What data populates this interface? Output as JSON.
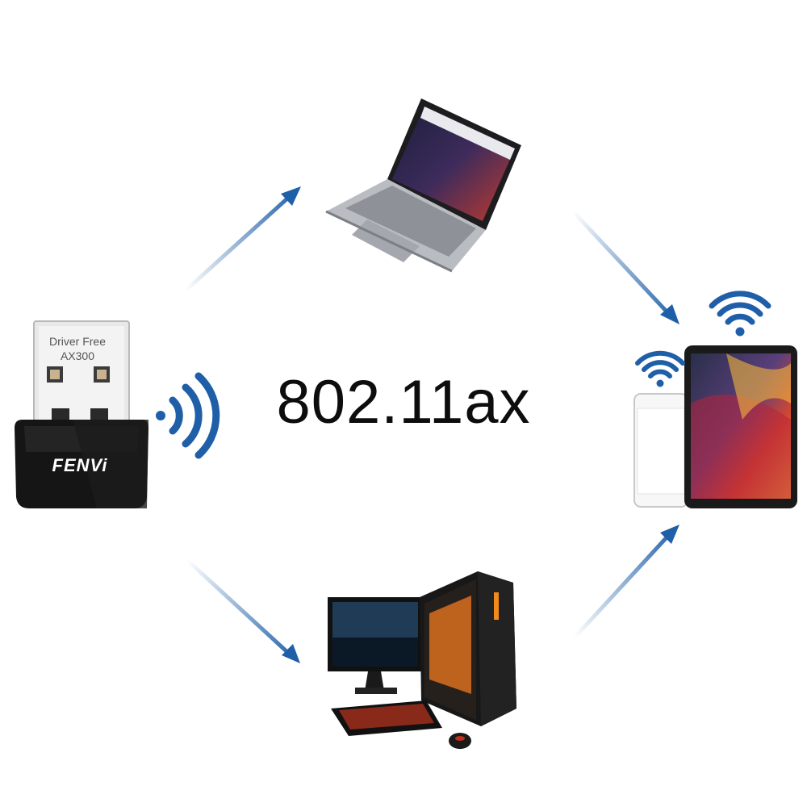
{
  "headline": "802.11ax",
  "dongle": {
    "brand": "FENVi",
    "label_line1": "Driver Free",
    "label_line2": "AX300"
  },
  "colors": {
    "arrow": "#1f5fa8",
    "wifi": "#1f5fa8",
    "dongle_body": "#151515"
  },
  "icons": [
    "wifi-icon",
    "wifi-icon",
    "wifi-icon",
    "laptop-icon",
    "desktop-pc-icon",
    "tablet-icon",
    "phone-icon"
  ]
}
